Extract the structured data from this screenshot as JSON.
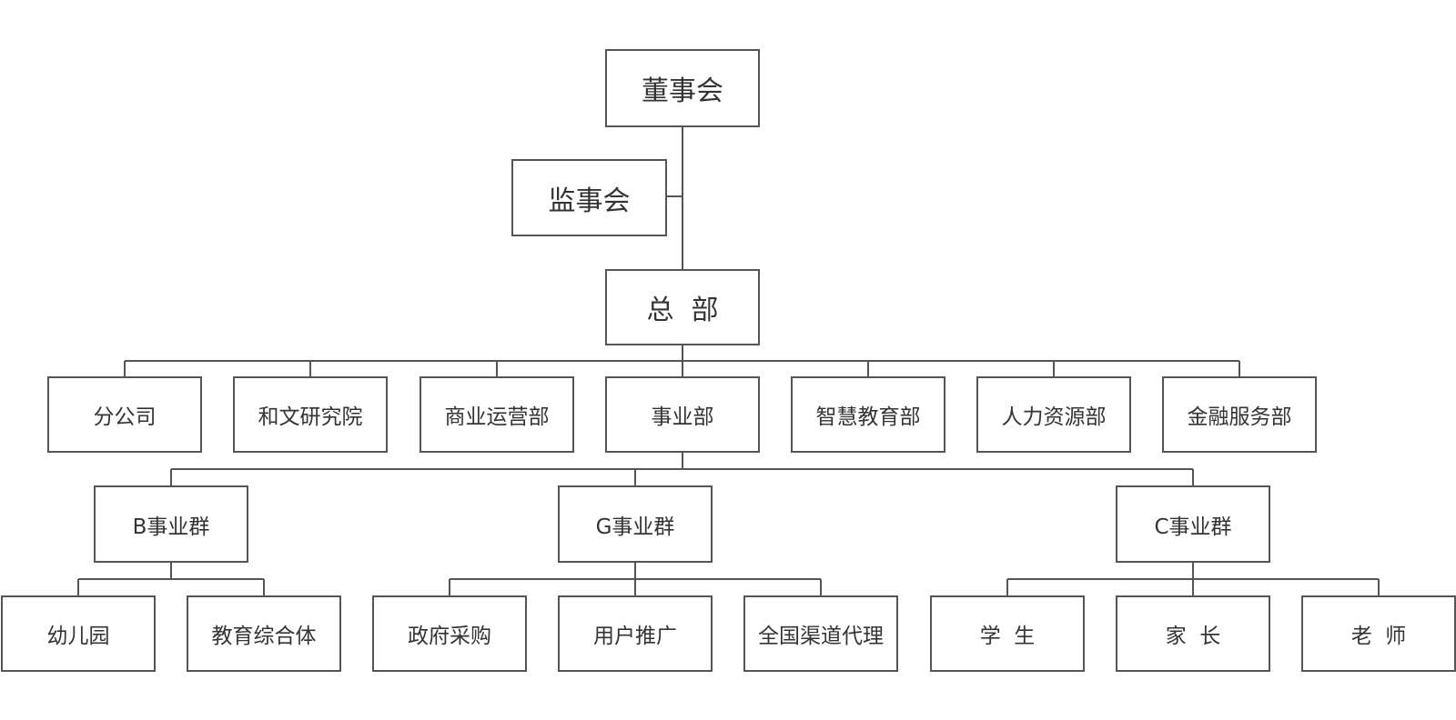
{
  "org": {
    "board": "董事会",
    "supervisors": "监事会",
    "hq": "总  部",
    "departments": [
      "分公司",
      "和文研究院",
      "商业运营部",
      "事业部",
      "智慧教育部",
      "人力资源部",
      "金融服务部"
    ],
    "groups": [
      "B事业群",
      "G事业群",
      "C事业群"
    ],
    "b_units": [
      "幼儿园",
      "教育综合体"
    ],
    "g_units": [
      "政府采购",
      "用户推广",
      "全国渠道代理"
    ],
    "c_units": [
      "学  生",
      "家  长",
      "老  师"
    ]
  },
  "colors": {
    "line": "#555555",
    "text": "#333333",
    "background": "#ffffff"
  }
}
